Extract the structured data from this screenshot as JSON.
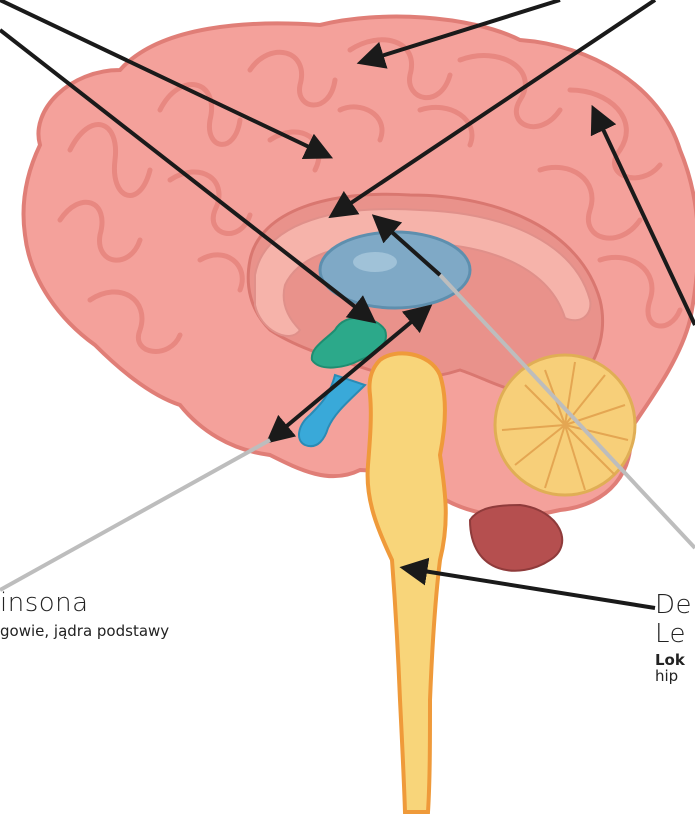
{
  "labels": {
    "left": {
      "title_fragment": "insona",
      "subtitle_fragment": "gowie, jądra podstawy"
    },
    "right": {
      "line1_fragment": "De",
      "line2_fragment": "Le",
      "line3_bold_fragment": "Lok",
      "line4_fragment": "hip"
    }
  },
  "colors": {
    "brain_outer": "#ef8d86",
    "brain_fill": "#f4a19b",
    "brain_fold": "#e6847d",
    "corpus_callosum": "#f6b3aa",
    "ventricle": "#7fa9c6",
    "thalamus_green": "#2ca98a",
    "hypothalamus_blue": "#39a9d9",
    "brainstem": "#f8d57a",
    "cerebellum": "#f7cf79",
    "cerebellum_lower": "#b54f4f",
    "arrow_black": "#1a1a1a",
    "arrow_grey": "#bdbdbd"
  }
}
